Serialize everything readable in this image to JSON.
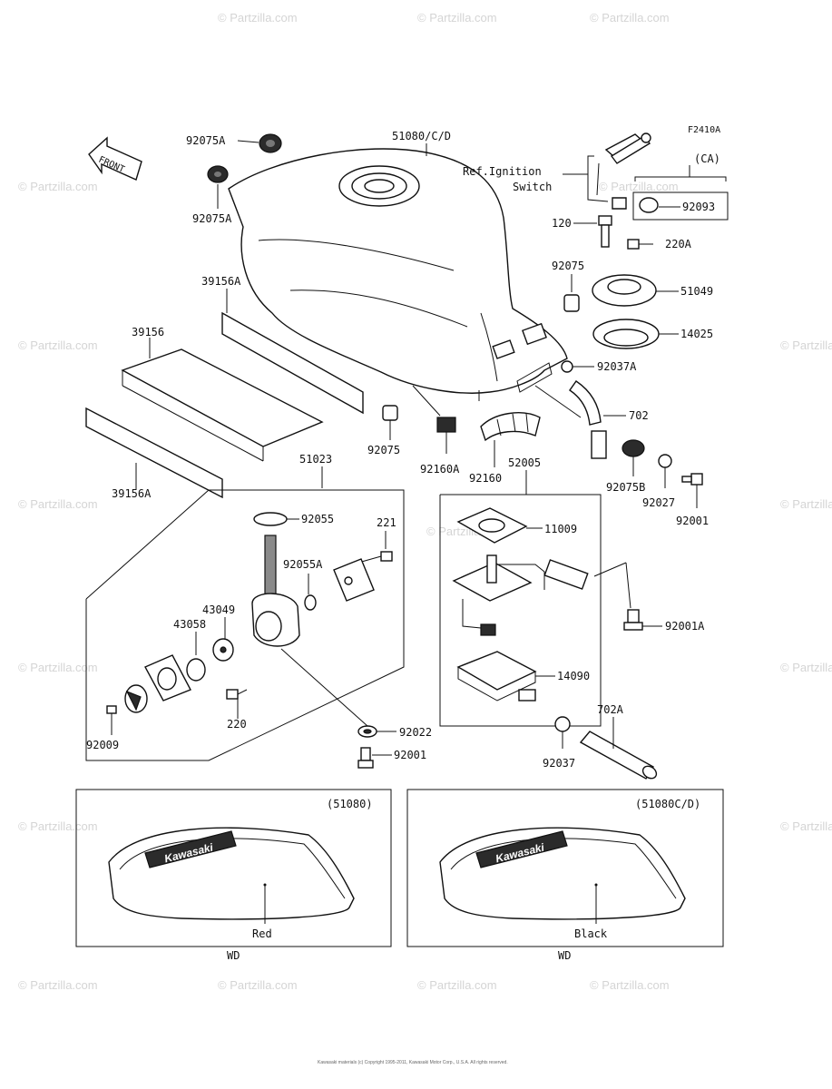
{
  "figure_id": "F2410A",
  "front_label": "FRONT",
  "copyright": "Kawasaki materials (c) Copyright 1995-2011, Kawasaki Motor Corp., U.S.A. All rights reserved.",
  "watermark": "© Partzilla.com",
  "labels": {
    "p92075A_top": "92075A",
    "p92075A_bot": "92075A",
    "p51080": "51080/C/D",
    "ref_ignition_1": "Ref.Ignition",
    "ref_ignition_2": "Switch",
    "ca": "(CA)",
    "p92093": "92093",
    "p120": "120",
    "p220A": "220A",
    "p92075_r": "92075",
    "p51049": "51049",
    "p14025": "14025",
    "p92037A": "92037A",
    "p702": "702",
    "p39156A_top": "39156A",
    "p39156": "39156",
    "p39156A_bot": "39156A",
    "p92075_c": "92075",
    "p92160A": "92160A",
    "p92160": "92160",
    "p52005": "52005",
    "p92075B": "92075B",
    "p92027": "92027",
    "p92001_r": "92001",
    "p51023": "51023",
    "p92055": "92055",
    "p221": "221",
    "p92055A": "92055A",
    "p43049": "43049",
    "p43058": "43058",
    "p220": "220",
    "p92009": "92009",
    "p92022": "92022",
    "p92001_c": "92001",
    "p11009": "11009",
    "p92001A": "92001A",
    "p14090": "14090",
    "p702A": "702A",
    "p92037": "92037",
    "box_left_title": "(51080)",
    "box_left_color": "Red",
    "box_left_brand": "Kawasaki",
    "box_left_wd": "WD",
    "box_right_title": "(51080C/D)",
    "box_right_color": "Black",
    "box_right_brand": "Kawasaki",
    "box_right_wd": "WD"
  }
}
